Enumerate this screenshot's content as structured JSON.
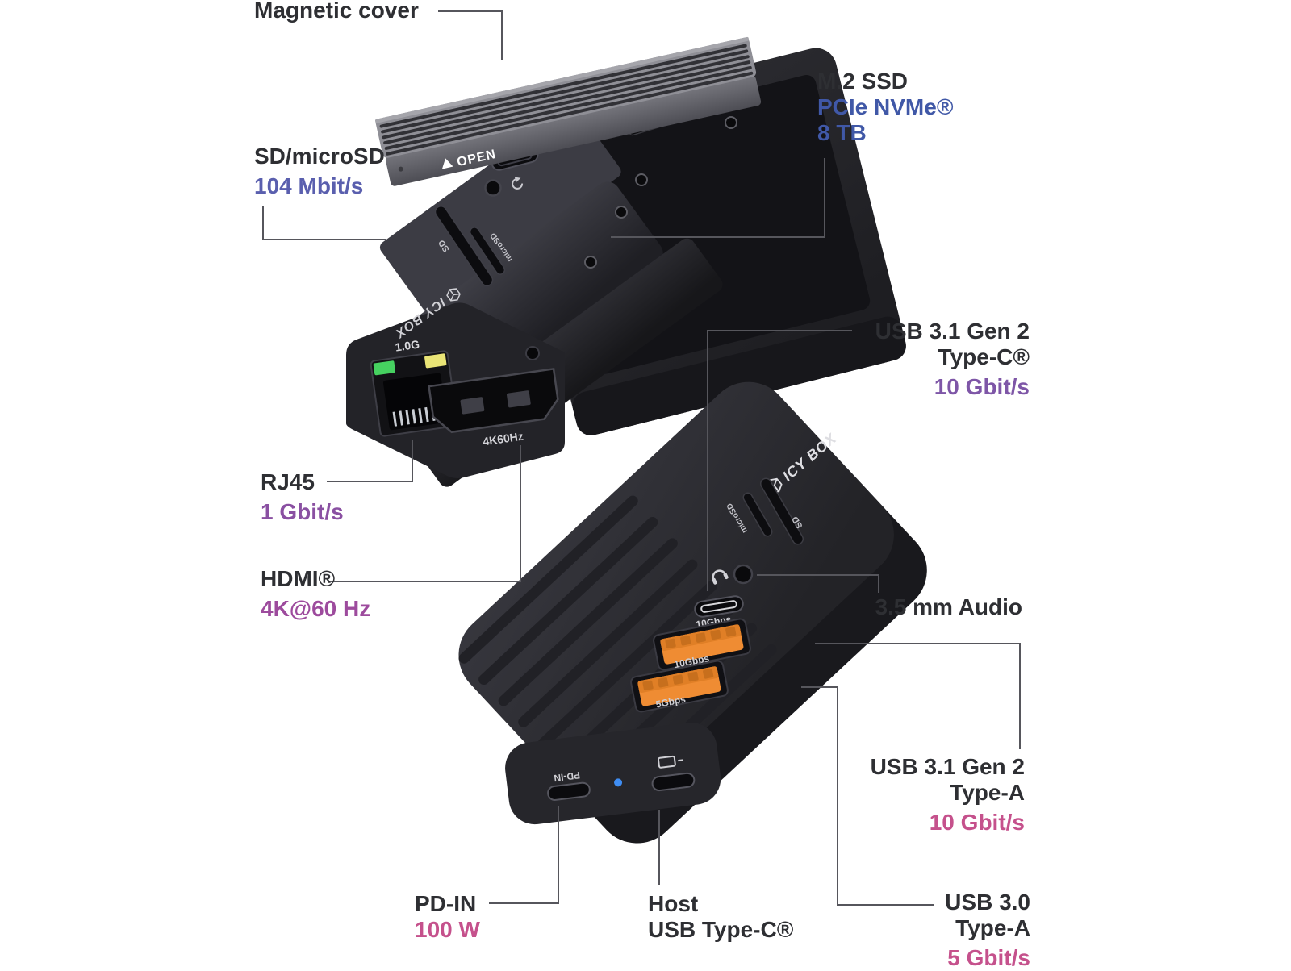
{
  "colors": {
    "background": "#ffffff",
    "text_dark": "#2e2f33",
    "blue": "#4058a7",
    "blue_violet": "#5a5fae",
    "purple": "#7e56a7",
    "purple2": "#8a50a2",
    "magenta_purple": "#9d4b9d",
    "pink": "#c5518c",
    "connector_line": "#56565c",
    "device_body": "#2c2c31",
    "device_bay": "#131317",
    "cover_gray": "#8f8f96",
    "port_orange": "#ef8c33",
    "led_green": "#46d160",
    "led_yellow": "#e9e476",
    "led_blue": "#3f8df2"
  },
  "callouts": {
    "magnetic_cover": {
      "title": "Magnetic cover"
    },
    "m2_ssd": {
      "title": "M.2 SSD",
      "spec": "PCIe NVMe®",
      "capacity": "8 TB"
    },
    "sd_microsd": {
      "title": "SD/microSD",
      "value": "104 Mbit/s"
    },
    "usb31_type_c": {
      "line1": "USB 3.1 Gen 2",
      "line2": "Type-C®",
      "value": "10 Gbit/s"
    },
    "rj45": {
      "title": "RJ45",
      "value": "1 Gbit/s"
    },
    "hdmi": {
      "title": "HDMI®",
      "value": "4K@60 Hz"
    },
    "audio": {
      "title": "3.5 mm Audio"
    },
    "usb31_type_a": {
      "line1": "USB 3.1 Gen 2",
      "line2": "Type-A",
      "value": "10 Gbit/s"
    },
    "pd_in": {
      "title": "PD-IN",
      "value": "100 W"
    },
    "host": {
      "line1": "Host",
      "line2": "USB Type-C®"
    },
    "usb30_type_a": {
      "line1": "USB 3.0",
      "line2": "Type-A",
      "value": "5 Gbit/s"
    }
  },
  "markings": {
    "open": "OPEN",
    "brand": "ICY BOX",
    "speed_10gbps": "10Gbps",
    "speed_5gbps": "5Gbps",
    "rj45_speed": "1.0G",
    "hdmi_mode": "4K60Hz",
    "sd": "SD",
    "microsd": "microSD",
    "pd_in": "PD-IN"
  }
}
